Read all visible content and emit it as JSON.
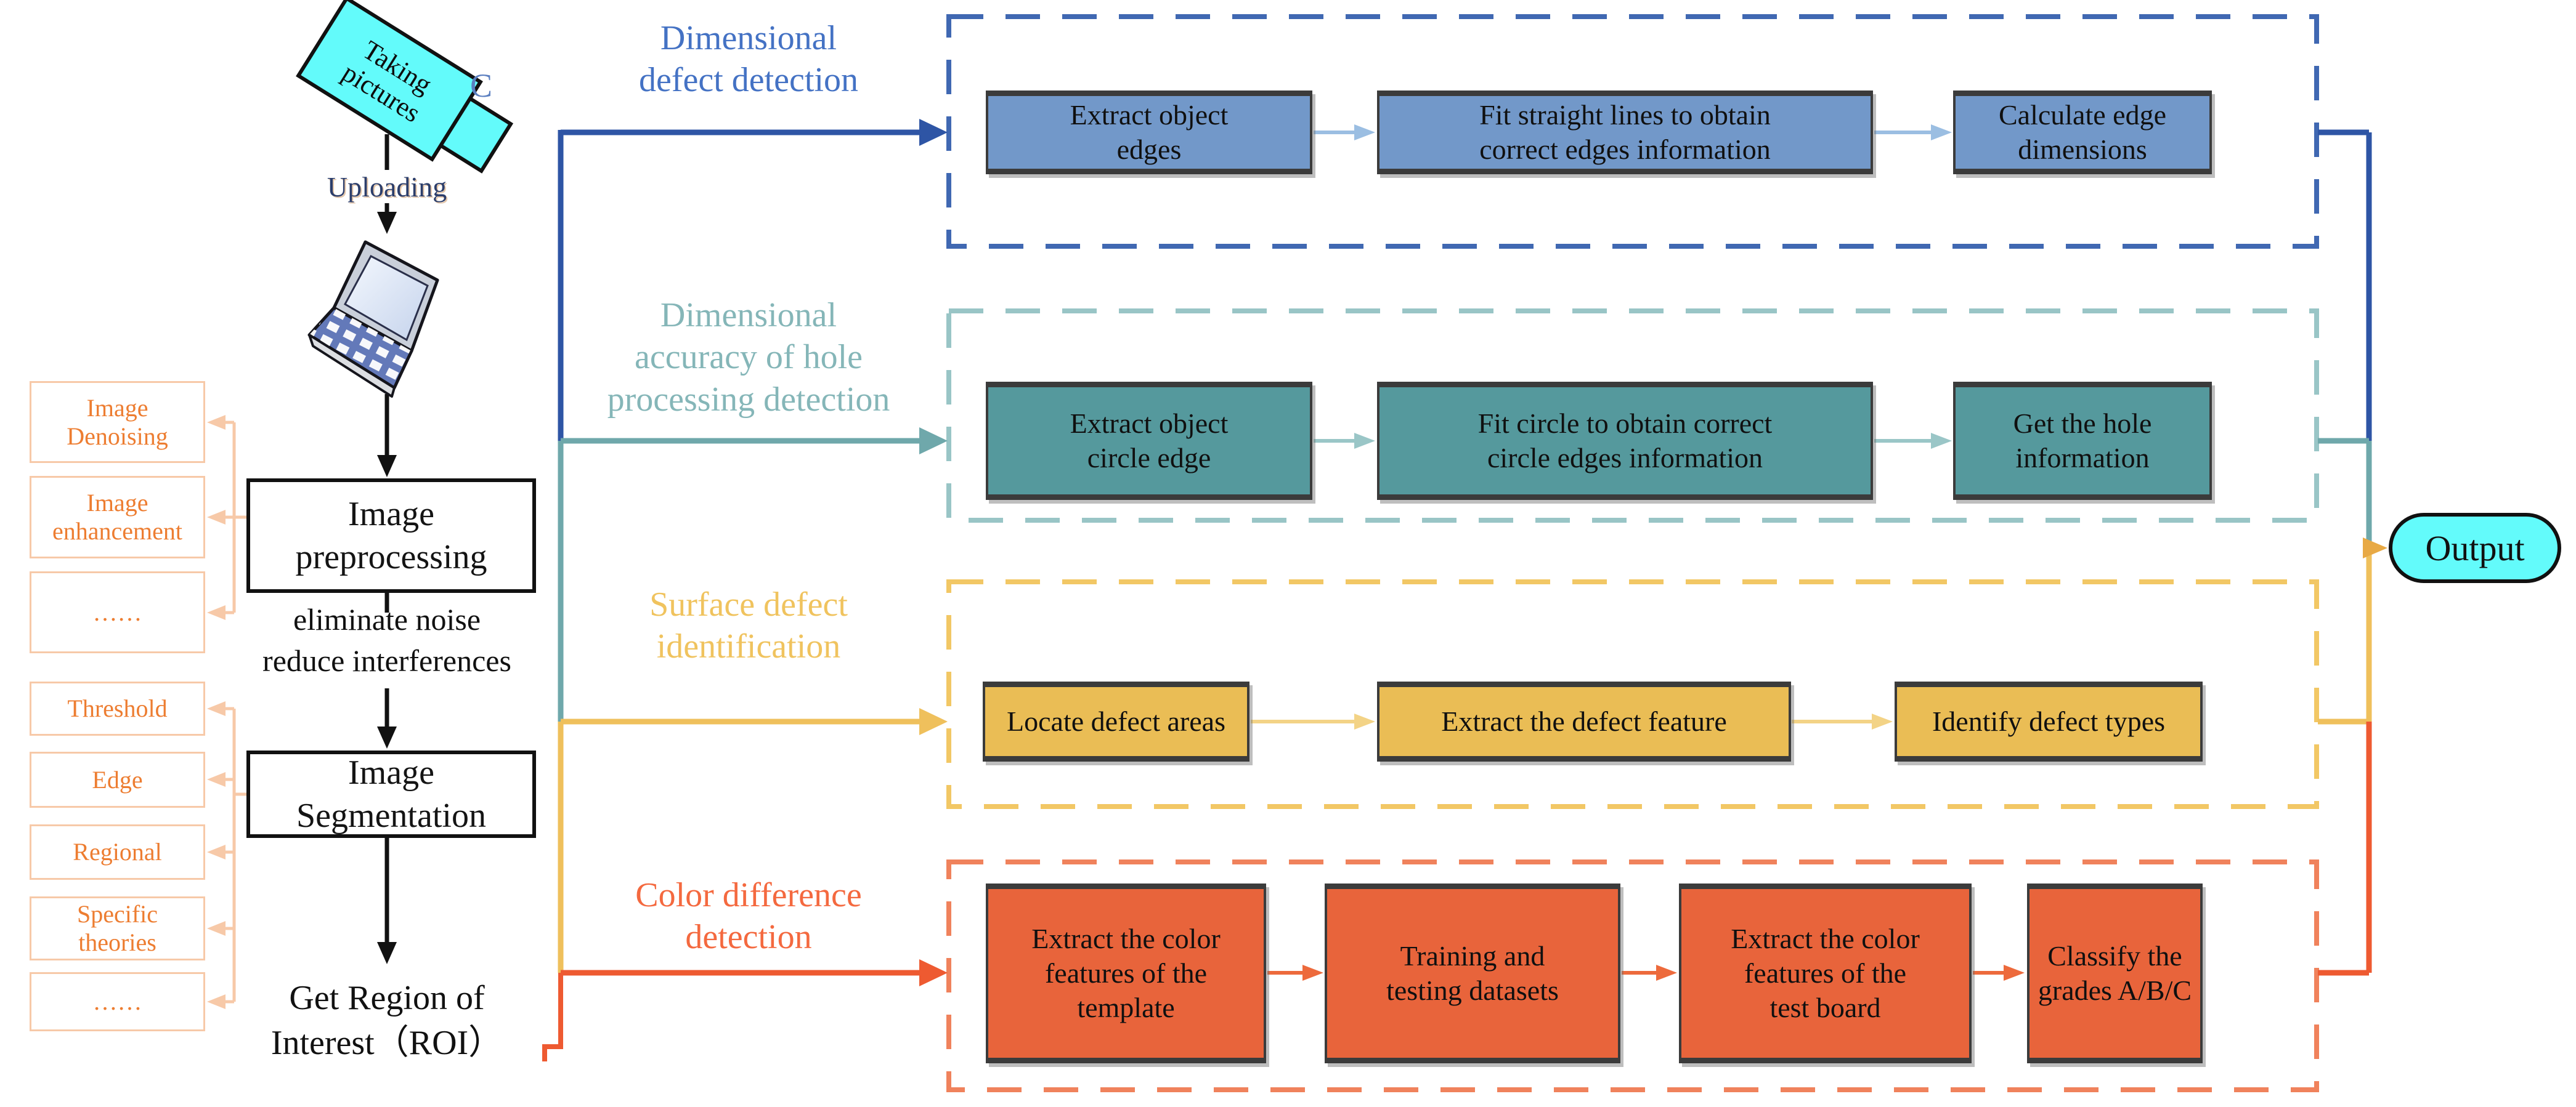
{
  "figure": {
    "type": "flowchart",
    "background": "#ffffff"
  },
  "palette": {
    "cyan_node": "#63FBFB",
    "side_text_orange": "#ED7D31",
    "side_border_peach": "#F7C9A8",
    "row1": {
      "line": "#2E55A5",
      "dash": "#4068B2",
      "fill": "#7298C9",
      "label": "#4472C4",
      "arrow": "#9BBEE2"
    },
    "row2": {
      "line": "#6FA8AB",
      "dash": "#99C5C6",
      "fill": "#55999D",
      "label": "#85B6B8",
      "arrow": "#9AC6C7"
    },
    "row3": {
      "line": "#EFC05C",
      "dash": "#F2C765",
      "fill": "#EABD55",
      "label": "#F0C35E",
      "arrow": "#F3D386"
    },
    "row4": {
      "line": "#EE5A31",
      "dash": "#F0825C",
      "fill": "#E8643B",
      "label": "#F4693F",
      "arrow": "#ED6A3C"
    },
    "output_arrow": "#E8A944"
  },
  "left_flow": {
    "camera_label": "Taking\npictures",
    "camera_tag": "C",
    "uploading_label": "Uploading",
    "preprocessing_box": "Image\npreprocessing",
    "preprocessing_note": "eliminate noise\nreduce interferences",
    "segmentation_box": "Image\nSegmentation",
    "roi_label": "Get Region of\nInterest（ROI）",
    "preprocessing_methods": [
      {
        "label": "Image\nDenoising"
      },
      {
        "label": "Image\nenhancement"
      },
      {
        "label": "……"
      }
    ],
    "segmentation_methods": [
      {
        "label": "Threshold"
      },
      {
        "label": "Edge"
      },
      {
        "label": "Regional"
      },
      {
        "label": "Specific\ntheories"
      },
      {
        "label": "……"
      }
    ]
  },
  "rows": [
    {
      "label": "Dimensional\ndefect detection",
      "boxes": [
        "Extract object\nedges",
        "Fit straight lines to obtain\ncorrect edges information",
        "Calculate edge\ndimensions"
      ]
    },
    {
      "label": "Dimensional\naccuracy of hole\nprocessing detection",
      "boxes": [
        "Extract object\ncircle edge",
        "Fit circle to obtain correct\ncircle edges information",
        "Get the hole\ninformation"
      ]
    },
    {
      "label": "Surface defect\nidentification",
      "boxes": [
        "Locate defect areas",
        "Extract the defect feature",
        "Identify defect types"
      ]
    },
    {
      "label": "Color difference\ndetection",
      "boxes": [
        "Extract the color\nfeatures of the\ntemplate",
        "Training and\ntesting datasets",
        "Extract the color\nfeatures of the\ntest board",
        "Classify the\ngrades A/B/C"
      ]
    }
  ],
  "output_label": "Output"
}
